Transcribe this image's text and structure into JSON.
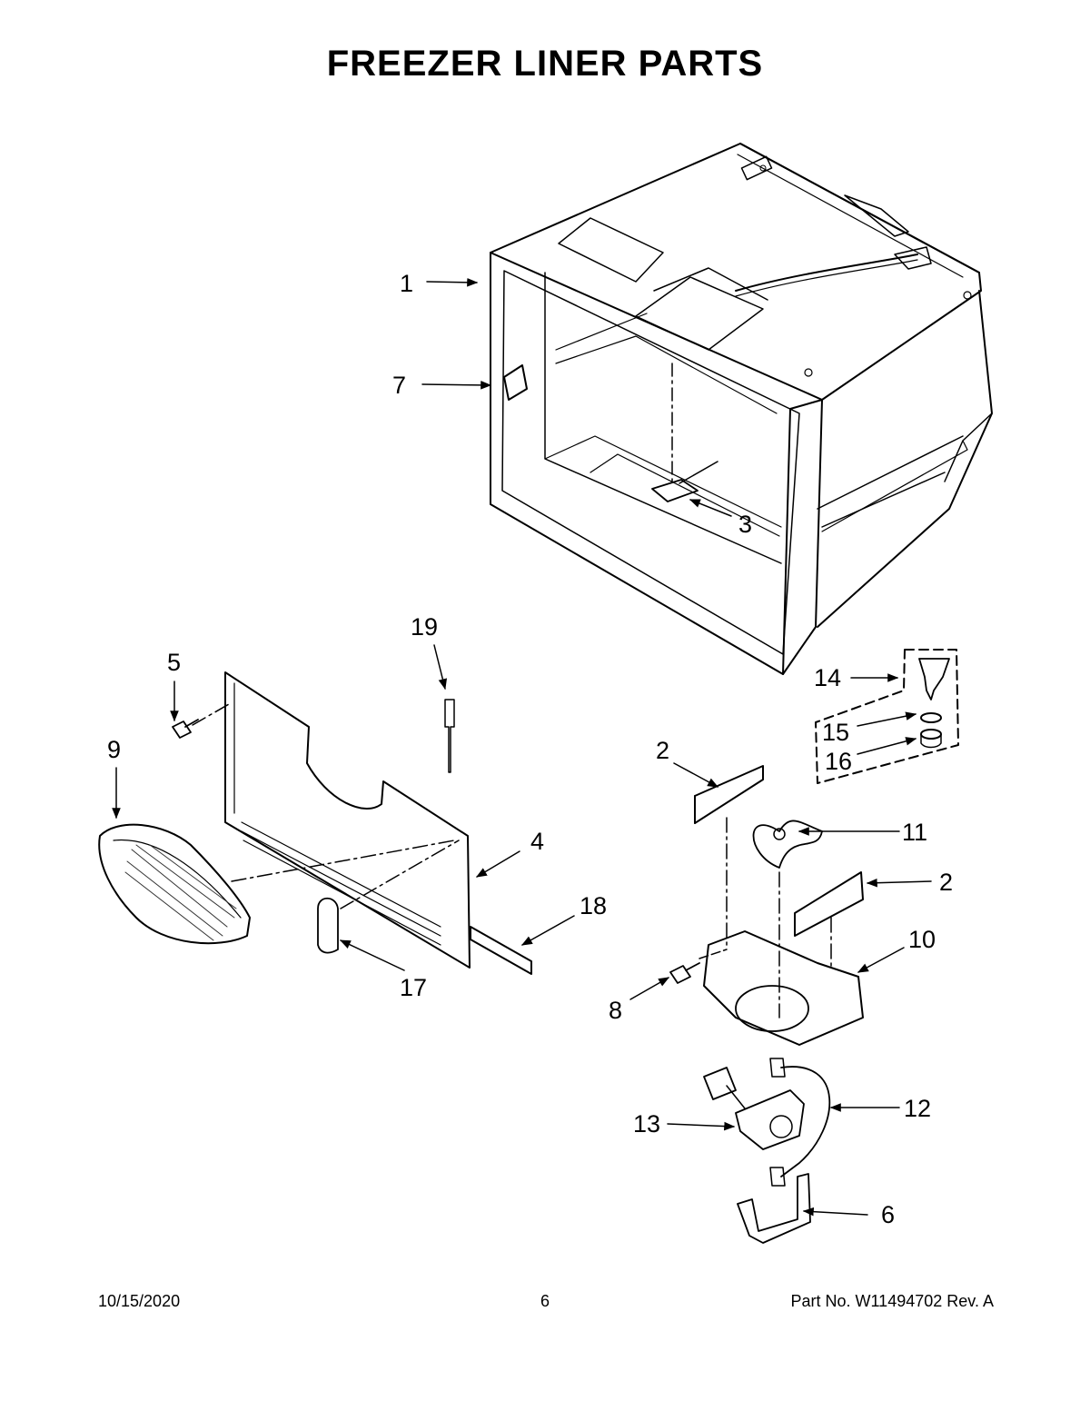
{
  "title": "FREEZER LINER PARTS",
  "callouts": {
    "c1": "1",
    "c2a": "2",
    "c2b": "2",
    "c3": "3",
    "c4": "4",
    "c5": "5",
    "c6": "6",
    "c7": "7",
    "c8": "8",
    "c9": "9",
    "c10": "10",
    "c11": "11",
    "c12": "12",
    "c13": "13",
    "c14": "14",
    "c15": "15",
    "c16": "16",
    "c17": "17",
    "c18": "18",
    "c19": "19"
  },
  "footer": {
    "date": "10/15/2020",
    "page": "6",
    "part_label": "Part No.",
    "part_number": "W11494702",
    "rev_label": "Rev.",
    "rev": "A"
  }
}
